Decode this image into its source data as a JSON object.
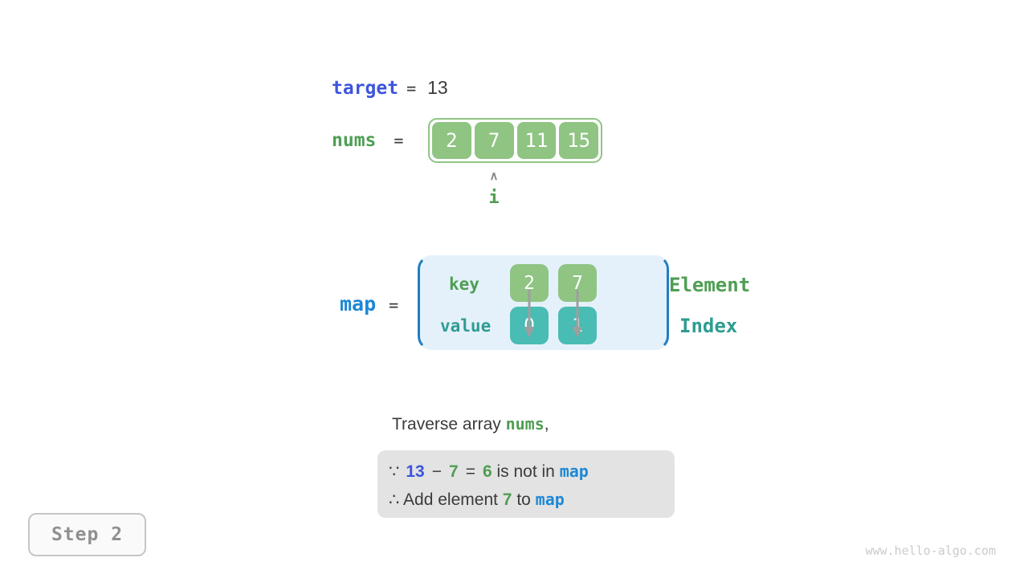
{
  "target_line": {
    "var": "target",
    "eq": "=",
    "value": "13"
  },
  "nums_line": {
    "var": "nums",
    "eq": "=",
    "cells": [
      "2",
      "7",
      "11",
      "15"
    ],
    "pointer": {
      "arrow": "∧",
      "label": "i"
    }
  },
  "map_line": {
    "var": "map",
    "eq": "=",
    "key_label": "key",
    "value_label": "value",
    "keys": [
      "2",
      "7"
    ],
    "values": [
      "0",
      "1"
    ],
    "element_label": "Element",
    "index_label": "Index"
  },
  "caption": {
    "prefix": "Traverse array ",
    "code": "nums",
    "suffix": ","
  },
  "note_box": {
    "line1": {
      "because": "∵",
      "minuend": "13",
      "minus": "−",
      "subtrahend": "7",
      "eq": "=",
      "difference": "6",
      "text_after": " is not in ",
      "code": "map"
    },
    "line2": {
      "therefore": "∴",
      "text_before": " Add element ",
      "value": "7",
      "text_mid": " to ",
      "code": "map"
    }
  },
  "step_badge": {
    "label": "Step 2"
  },
  "watermark": "www.hello-algo.com",
  "colors": {
    "royal_blue": "#3D55DD",
    "bright_blue": "#1E88D5",
    "green_text": "#4F9E53",
    "green_fill": "#8FC483",
    "teal_fill": "#49BCB3",
    "teal_text": "#2E9C92",
    "map_bg": "#E4F1FA",
    "map_border": "#1F7FC4",
    "note_bg": "#E3E3E3",
    "arrow_gray": "#9E9E9E"
  }
}
